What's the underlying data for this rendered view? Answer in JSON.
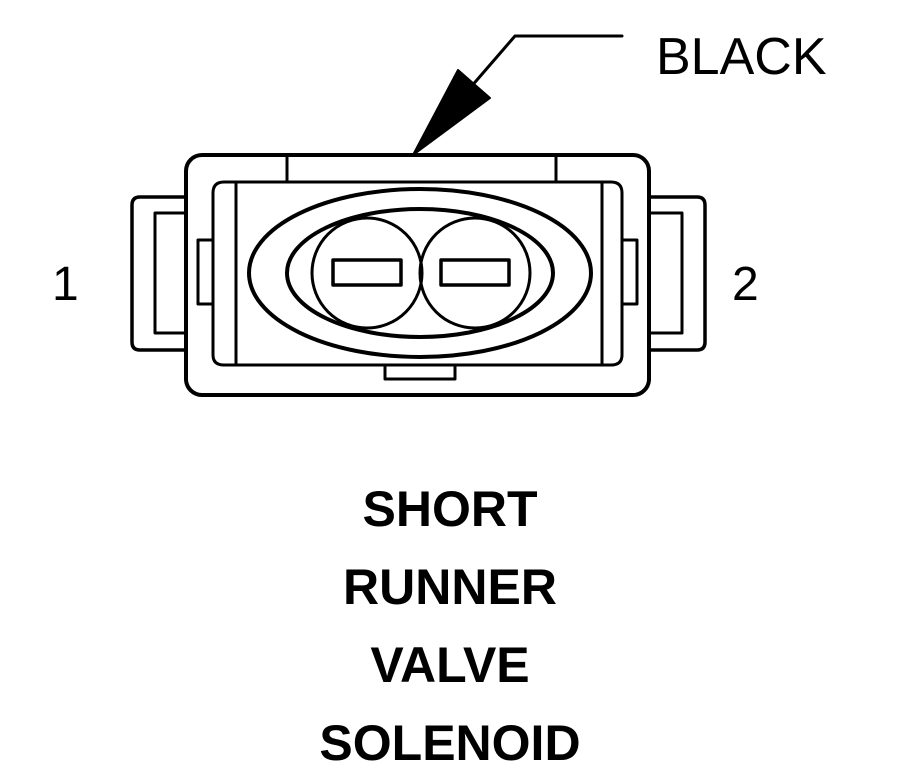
{
  "connector": {
    "callout_label": "BLACK",
    "pin_labels": [
      "1",
      "2"
    ]
  },
  "caption": {
    "lines": [
      "SHORT",
      "RUNNER",
      "VALVE",
      "SOLENOID"
    ]
  },
  "colors": {
    "line": "#000000",
    "background": "#ffffff"
  }
}
